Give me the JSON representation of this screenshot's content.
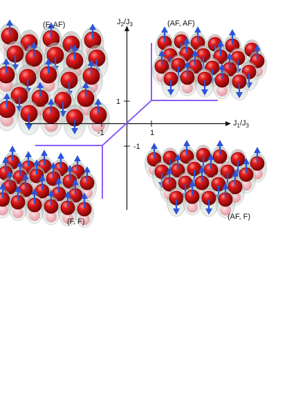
{
  "colors": {
    "axis": "#111111",
    "phase_boundary": "#8b5cf6",
    "atom": "#cc1616",
    "atom_shadow": "#f4b0b8",
    "cloud": "#b8c2bc",
    "spin_arrow": "#2b55d8"
  },
  "axes": {
    "x_label_main": "J",
    "x_label_sub1": "1",
    "x_label_slash": "/J",
    "x_label_sub2": "3",
    "y_label_main": "J",
    "y_label_sub1": "2",
    "y_label_slash": "/J",
    "y_label_sub2": "3",
    "x_ticks": [
      "-1",
      "1"
    ],
    "y_ticks": [
      "1",
      "-1"
    ]
  },
  "phases": [
    {
      "label": "(F, AF)",
      "spin_pattern": "alternating"
    },
    {
      "label": "(AF, AF)",
      "spin_pattern": "alternating"
    },
    {
      "label": "(F, F)",
      "spin_pattern": "all-up"
    },
    {
      "label": "(AF, F)",
      "spin_pattern": "alternating"
    }
  ],
  "icons": {
    "atom": "red-sphere-atom-icon",
    "cloud": "gray-ellipsoid-cloud-icon",
    "spin": "blue-spin-arrow-icon"
  }
}
